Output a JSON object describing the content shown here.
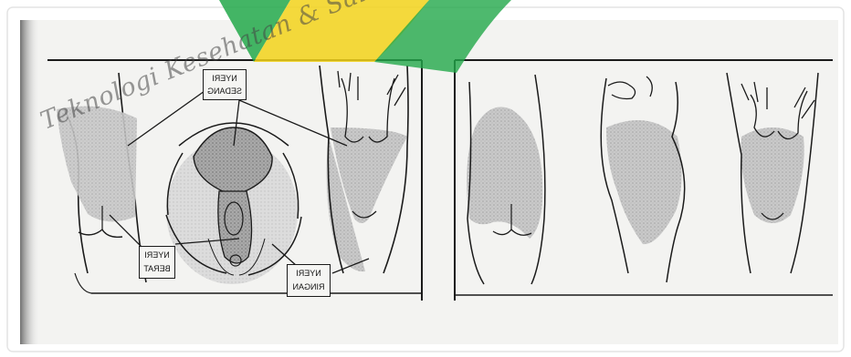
{
  "watermark": {
    "text": "Teknologi Kesehatan & Sains Wiyata Husada Samarinda",
    "colors": [
      "#22a84a",
      "#f2d21a"
    ]
  },
  "labels": {
    "nyeri_sedang": [
      "NYERI",
      "SEDANG"
    ],
    "nyeri_berat": [
      "NYERI",
      "BERAT"
    ],
    "nyeri_ringan": [
      "NYERI",
      "RINGAN"
    ]
  },
  "colors": {
    "ink": "#1a1a1a",
    "shade_dark": "#9a9a9a",
    "shade_mid": "#bcbcbc",
    "shade_light": "#d8d8d8",
    "paper": "#f4f4f2"
  }
}
